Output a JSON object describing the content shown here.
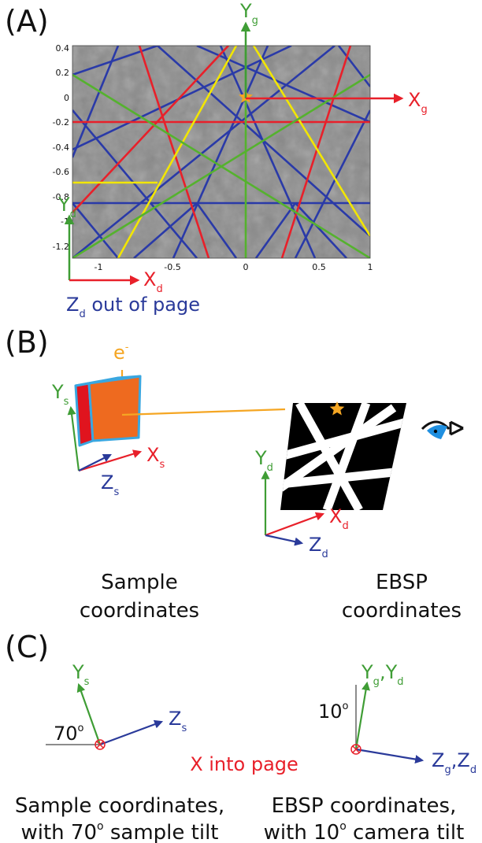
{
  "panels": {
    "a": "(A)",
    "b": "(B)",
    "c": "(C)"
  },
  "panel_a": {
    "y_ticks": [
      "0.4",
      "0.2",
      "0",
      "-0.2",
      "-0.4",
      "-0.6",
      "-0.8",
      "-1",
      "-1.2"
    ],
    "x_ticks": [
      "-1",
      "-0.5",
      "0",
      "0.5",
      "1"
    ],
    "gnomonic_axes": {
      "x": "X",
      "x_sub": "g",
      "y": "Y",
      "y_sub": "g"
    },
    "detector_axes": {
      "x": "X",
      "x_sub": "d",
      "y": "Y",
      "y_sub": "d"
    },
    "z_note": {
      "z": "Z",
      "z_sub": "d",
      "text": " out of page"
    },
    "line_colors": {
      "red": "#e8202a",
      "blue": "#2a3aa8",
      "green": "#55b22e",
      "yellow": "#f2e600"
    },
    "pattern_center_color": "#f5a623"
  },
  "panel_b": {
    "beam": {
      "label": "e",
      "sup": "-"
    },
    "sample_axes": {
      "x": "X",
      "x_sub": "s",
      "y": "Y",
      "y_sub": "s",
      "z": "Z",
      "z_sub": "s"
    },
    "detector_axes": {
      "x": "X",
      "x_sub": "d",
      "y": "Y",
      "y_sub": "d",
      "z": "Z",
      "z_sub": "d"
    },
    "caption_left": [
      "Sample",
      "coordinates"
    ],
    "caption_right": [
      "EBSP",
      "coordinates"
    ],
    "colors": {
      "sample_face": "#ee6a1f",
      "sample_side": "#e0141e",
      "sample_edge": "#3aa7e0",
      "beam": "#f5a623",
      "eye": "#1f8fe0"
    }
  },
  "panel_c": {
    "sample": {
      "y": "Y",
      "y_sub": "s",
      "z": "Z",
      "z_sub": "s",
      "angle": "70",
      "angle_unit": "o"
    },
    "detector": {
      "y1": "Y",
      "y1_sub": "g",
      "sep": ",",
      "y2": "Y",
      "y2_sub": "d",
      "z1": "Z",
      "z1_sub": "g",
      "z2": "Z",
      "z2_sub": "d",
      "angle": "10",
      "angle_unit": "o"
    },
    "x_note": "X into page",
    "caption_left": [
      "Sample coordinates,",
      "with 70",
      "o",
      " sample tilt"
    ],
    "caption_right": [
      "EBSP coordinates,",
      "with 10",
      "o",
      " camera tilt"
    ]
  }
}
